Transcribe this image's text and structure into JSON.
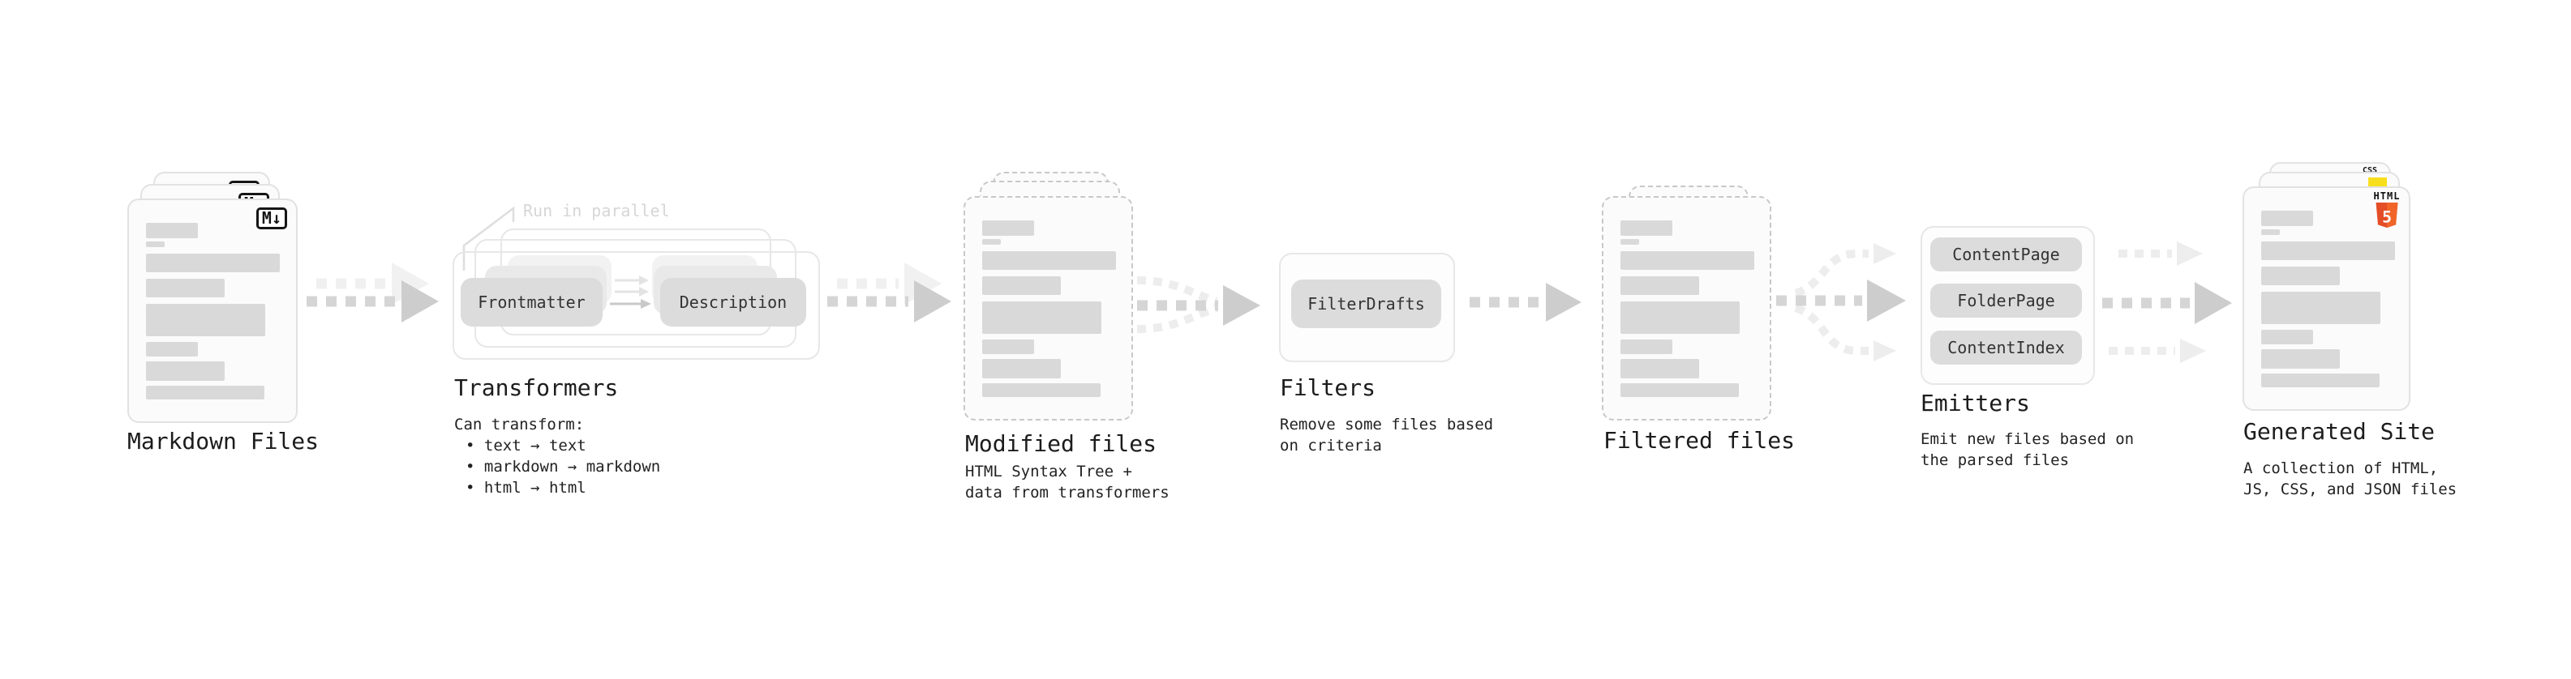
{
  "colors": {
    "background": "#ffffff",
    "card_bg": "#fbfbfb",
    "card_border": "#e2e2e2",
    "dashed_border": "#c8c8c8",
    "placeholder_bar": "#d9d9d9",
    "chip_bg": "#dcdcdc",
    "chip_text": "#333333",
    "title_text": "#1c1c1c",
    "body_text": "#222222",
    "annotation_text": "#d6d6d6",
    "arrow_main": "#d5d5d5",
    "arrow_light": "#ededed",
    "markdown_badge": "#151515",
    "css_blue": "#1572b6",
    "js_yellow": "#f7df1e",
    "html5_orange": "#e44d26",
    "html5_orange_light": "#f16529"
  },
  "stages": {
    "markdown": {
      "title": "Markdown Files",
      "badge": "M↓"
    },
    "transformers": {
      "title": "Transformers",
      "annotation": "Run in parallel",
      "chips": [
        "Frontmatter",
        "Description"
      ],
      "desc_heading": "Can transform:",
      "bullets": [
        "• text → text",
        "• markdown → markdown",
        "• html → html"
      ]
    },
    "modified": {
      "title": "Modified files",
      "desc": [
        "HTML Syntax Tree +",
        "data from transformers"
      ]
    },
    "filters": {
      "title": "Filters",
      "chip": "FilterDrafts",
      "desc": [
        "Remove some files based",
        "on criteria"
      ]
    },
    "filtered": {
      "title": "Filtered files"
    },
    "emitters": {
      "title": "Emitters",
      "chips": [
        "ContentPage",
        "FolderPage",
        "ContentIndex"
      ],
      "desc": [
        "Emit new files based on",
        "the parsed files"
      ]
    },
    "site": {
      "title": "Generated Site",
      "desc": [
        "A collection of HTML,",
        "JS, CSS, and JSON files"
      ],
      "badges": {
        "css": "CSS",
        "html": "HTML",
        "html_number": "5"
      }
    }
  }
}
